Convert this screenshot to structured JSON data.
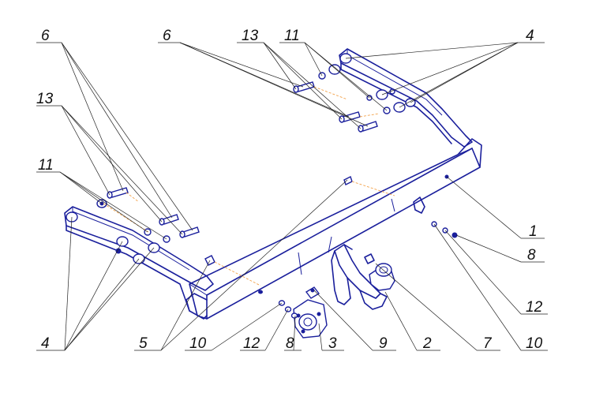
{
  "callouts": {
    "c6_left": "6",
    "c13_left": "13",
    "c11_left": "11",
    "c4_left": "4",
    "c6_top": "6",
    "c13_top": "13",
    "c11_top": "11",
    "c4_right": "4",
    "c1": "1",
    "c8_right": "8",
    "c12_right": "12",
    "c5": "5",
    "c10_bottom": "10",
    "c12_bottom": "12",
    "c8_bottom": "8",
    "c3": "3",
    "c9": "9",
    "c2": "2",
    "c7": "7",
    "c10_right": "10"
  },
  "colors": {
    "line": "#1a1f9c",
    "leader": "#222222",
    "axis": "#f3a24a"
  }
}
